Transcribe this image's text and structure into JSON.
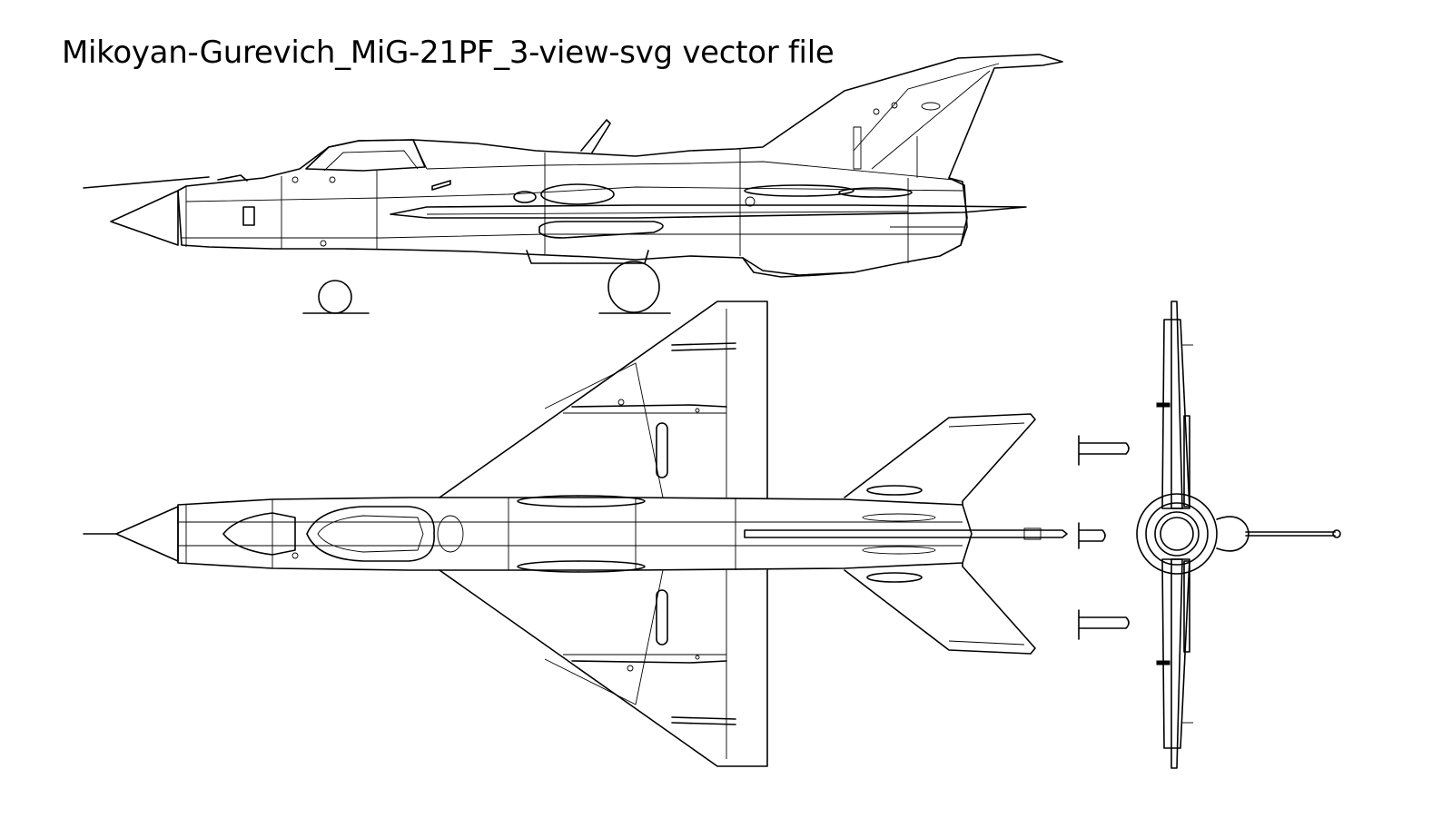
{
  "title": "Mikoyan-Gurevich_MiG-21PF_3-view-svg vector file",
  "views": [
    {
      "name": "side-view",
      "icon": "aircraft-side-profile"
    },
    {
      "name": "top-view",
      "icon": "aircraft-planform"
    },
    {
      "name": "front-view",
      "icon": "aircraft-front-elevation"
    }
  ],
  "colors": {
    "line": "#000000",
    "background": "#ffffff"
  }
}
